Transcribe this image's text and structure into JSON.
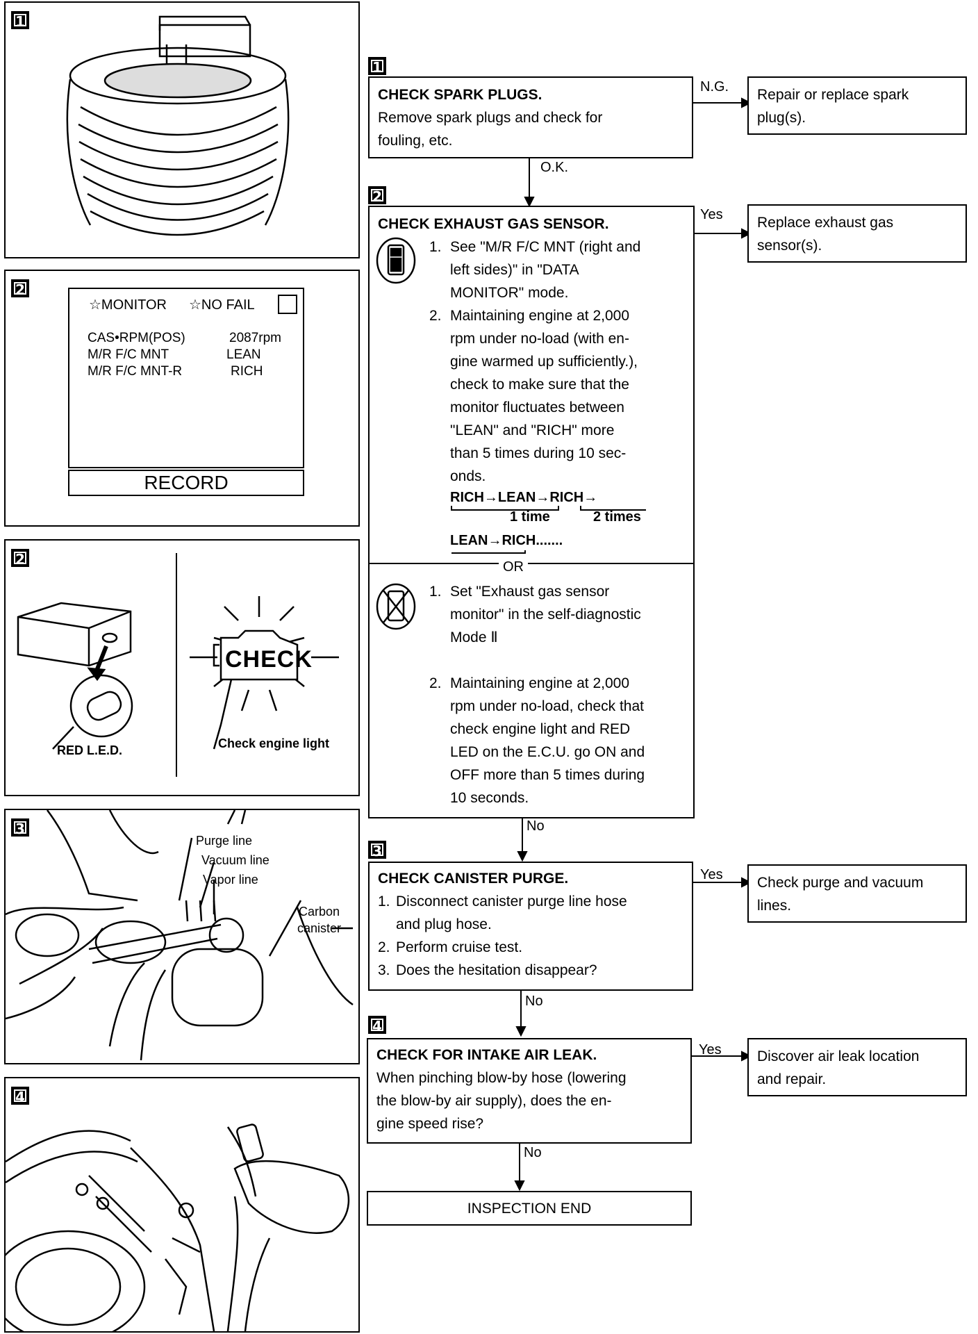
{
  "left_panels": {
    "p1": {
      "num": "1"
    },
    "p2": {
      "num": "2",
      "header_monitor": "☆MONITOR",
      "header_nofail": "☆NO FAIL",
      "rows": [
        {
          "label": "CAS•RPM(POS)",
          "value": "2087rpm"
        },
        {
          "label": "M/R F/C MNT",
          "value": "LEAN"
        },
        {
          "label": "M/R F/C MNT-R",
          "value": "RICH"
        }
      ],
      "record": "RECORD"
    },
    "p3": {
      "num": "2",
      "red_led": "RED L.E.D.",
      "check_text": "CHECK",
      "check_engine_light": "Check engine light"
    },
    "p4": {
      "num": "3",
      "purge_line": "Purge line",
      "vacuum_line": "Vacuum line",
      "vapor_line": "Vapor line",
      "carbon": "Carbon",
      "canister": "canister"
    },
    "p5": {
      "num": "4"
    }
  },
  "flow": {
    "step1": {
      "num": "1",
      "title": "CHECK SPARK PLUGS.",
      "body": [
        "Remove spark plugs and check for",
        "fouling, etc."
      ],
      "ng_label": "N.G.",
      "ng_action": [
        "Repair or replace spark",
        "plug(s)."
      ],
      "ok_label": "O.K."
    },
    "step2": {
      "num": "2",
      "title": "CHECK EXHAUST GAS SENSOR.",
      "items_a": [
        {
          "n": "1.",
          "lines": [
            "See \"M/R F/C MNT (right and",
            "left sides)\" in \"DATA",
            "MONITOR\" mode."
          ]
        },
        {
          "n": "2.",
          "lines": [
            "Maintaining engine at 2,000",
            "rpm under no-load (with en-",
            "gine warmed up sufficiently.),",
            "check to make sure that the",
            "monitor fluctuates between",
            "\"LEAN\" and \"RICH\" more",
            "than 5 times during 10 sec-",
            "onds."
          ]
        }
      ],
      "seq1": "RICH→LEAN→RICH→",
      "one_time": "1 time",
      "two_times": "2 times",
      "seq2": "LEAN→RICH.......",
      "or_label": "OR",
      "items_b": [
        {
          "n": "1.",
          "lines": [
            "Set \"Exhaust gas sensor",
            "monitor\" in the self-diagnostic",
            "Mode Ⅱ"
          ]
        },
        {
          "n": "2.",
          "lines": [
            "Maintaining engine at 2,000",
            "rpm under no-load, check that",
            "check engine light and RED",
            "LED on the E.C.U. go ON and",
            "OFF more than 5 times during",
            "10 seconds."
          ]
        }
      ],
      "yes_label": "Yes",
      "yes_action": [
        "Replace exhaust gas",
        "sensor(s)."
      ],
      "no_label": "No"
    },
    "step3": {
      "num": "3",
      "title": "CHECK CANISTER PURGE.",
      "items": [
        {
          "n": "1.",
          "lines": [
            "Disconnect canister purge line hose",
            "and plug hose."
          ]
        },
        {
          "n": "2.",
          "lines": [
            "Perform cruise test."
          ]
        },
        {
          "n": "3.",
          "lines": [
            "Does the hesitation disappear?"
          ]
        }
      ],
      "yes_label": "Yes",
      "yes_action": [
        "Check purge and vacuum",
        "lines."
      ],
      "no_label": "No"
    },
    "step4": {
      "num": "4",
      "title": "CHECK FOR INTAKE AIR LEAK.",
      "body": [
        "When pinching blow-by hose (lowering",
        "the blow-by air supply), does the en-",
        "gine speed rise?"
      ],
      "yes_label": "Yes",
      "yes_action": [
        "Discover air leak location",
        "and repair."
      ],
      "no_label": "No"
    },
    "end": "INSPECTION END"
  }
}
